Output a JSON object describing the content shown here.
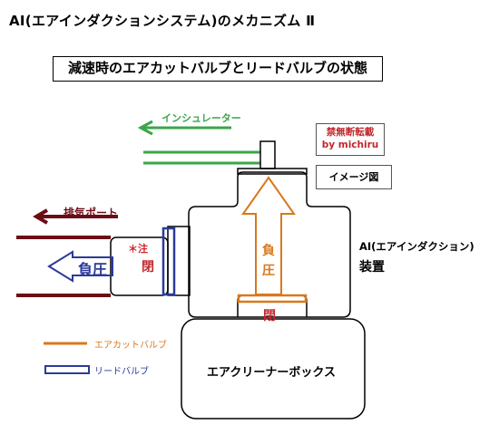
{
  "title": "AI(エアインダクションシステム)のメカニズム Ⅱ",
  "subtitle": "減速時のエアカットバルブとリードバルブの状態",
  "copyright_line1": "禁無断転載",
  "copyright_line2": "by  michiru",
  "image_note": "イメージ図",
  "insulator_label": "インシュレーター",
  "exhaust_port_label": "排気ポート",
  "device_label_line1": "AI(エアインダクション)",
  "device_label_line2": "装置",
  "negative_pressure_left": "負圧",
  "negative_pressure_vertical": [
    "負",
    "圧"
  ],
  "note_mark": "＊注",
  "closed_reed": "閉",
  "closed_air_cut": "閉",
  "legend": {
    "air_cut_valve": "エアカットバルブ",
    "reed_valve": "リードバルブ"
  },
  "air_cleaner_box": "エアクリーナーボックス",
  "colors": {
    "green": "#3aa64a",
    "maroon": "#6b0d16",
    "blue": "#2b3a9a",
    "orange": "#d9781c",
    "red": "#c0272d"
  }
}
